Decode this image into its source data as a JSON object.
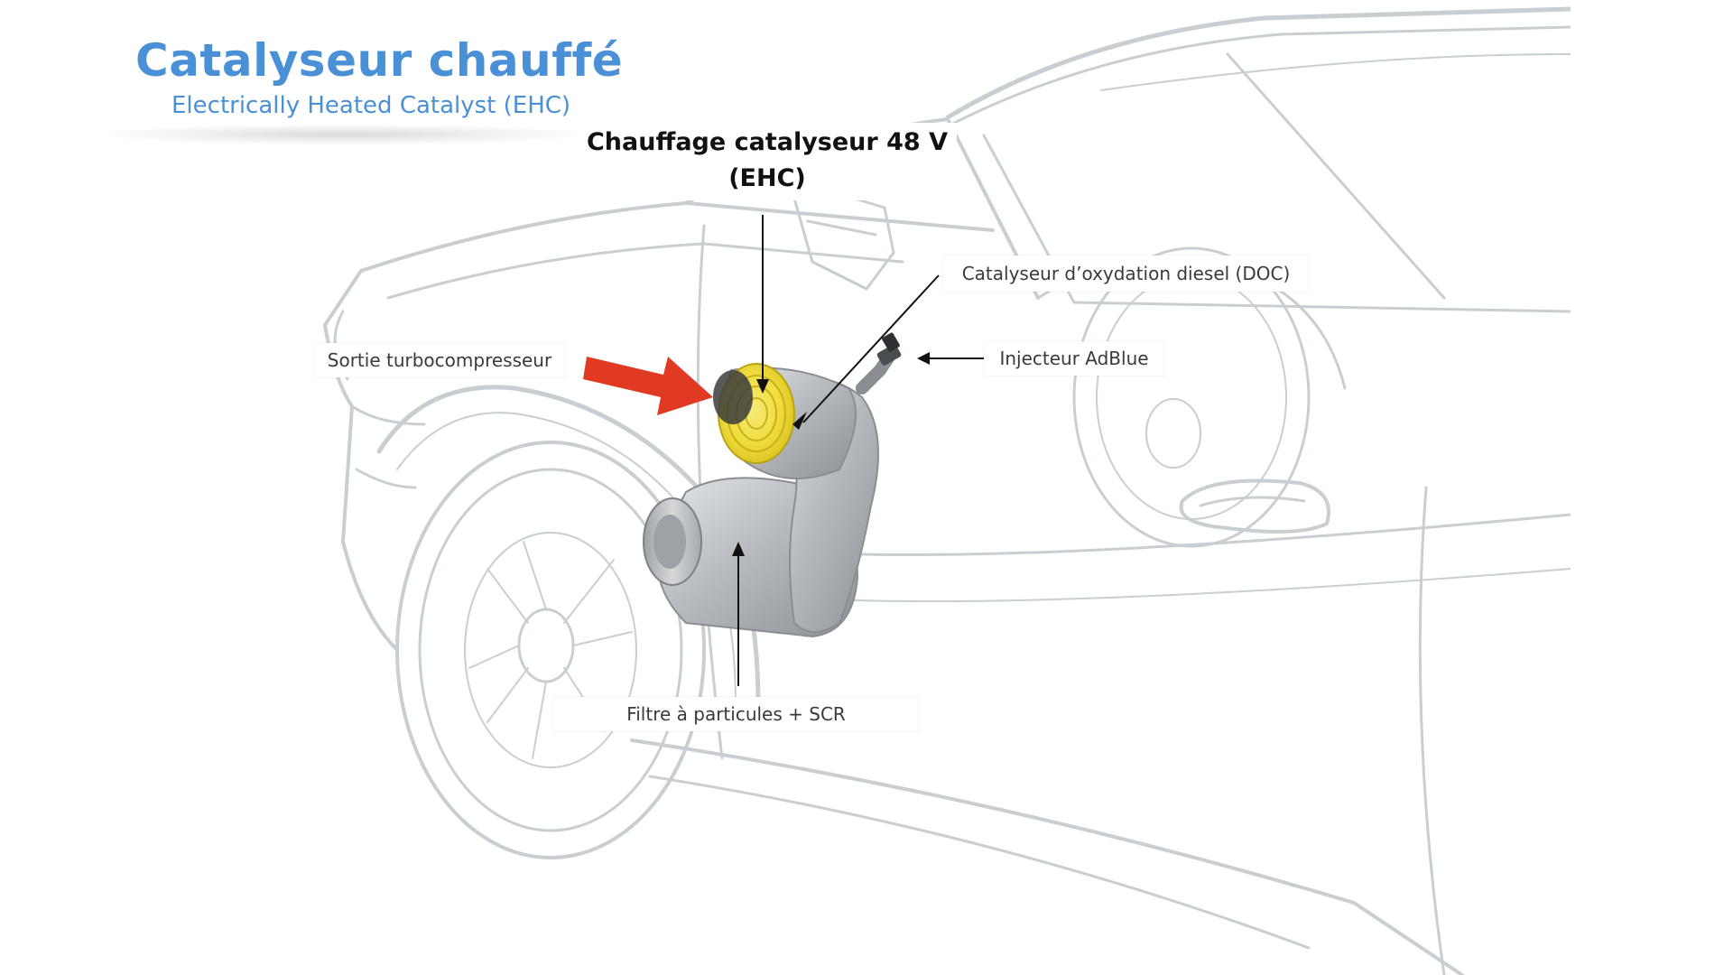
{
  "title": "Catalyseur chauffé",
  "subtitle": "Electrically Heated Catalyst (EHC)",
  "main_label": {
    "line1": "Chauffage catalyseur 48 V",
    "line2": "(EHC)"
  },
  "labels": {
    "turbo": "Sortie turbocompresseur",
    "doc": "Catalyseur d’oxydation diesel (DOC)",
    "adblue": "Injecteur AdBlue",
    "dpf_scr": "Filtre à particules + SCR"
  },
  "colors": {
    "title_blue": "#4a90d6",
    "flow_arrow_red": "#e03a22",
    "heater_yellow": "#f2e24a",
    "car_outline": "#c9ced3"
  }
}
